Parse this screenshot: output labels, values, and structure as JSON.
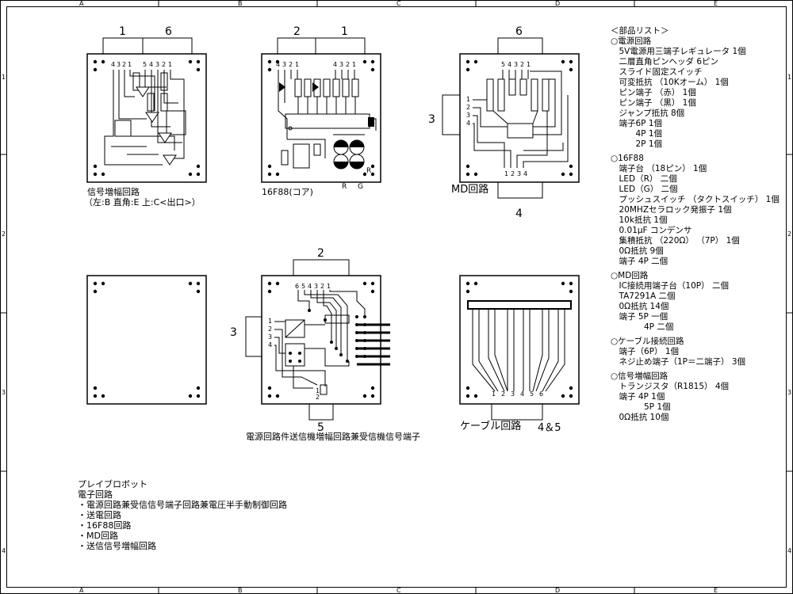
{
  "rulers": {
    "columns": [
      "A",
      "B",
      "C",
      "D",
      "E"
    ],
    "rows": [
      "1",
      "2",
      "3",
      "4"
    ]
  },
  "boards": {
    "signal_amp": {
      "connector_top_left": "1",
      "connector_top_right": "6",
      "caption_line1": "信号増幅回路",
      "caption_line2": "（左:B  直角:E  上:C<出口>）"
    },
    "f88_core": {
      "connector_top_left": "2",
      "connector_top_right": "1",
      "caption": "16F88(コア)",
      "led_r": "R",
      "led_g": "G",
      "led_r2": "R"
    },
    "md": {
      "connector_top": "6",
      "connector_left": "3",
      "connector_bottom": "4",
      "caption": "MD回路"
    },
    "power": {
      "connector_top": "2",
      "connector_left": "3",
      "connector_bottom": "5",
      "caption": "電源回路件送信機増幅回路兼受信機信号端子"
    },
    "cable": {
      "caption": "ケーブル回路",
      "connector_label": "4＆5"
    }
  },
  "parts_list": [
    "＜部品リスト＞",
    "○電源回路",
    "　5V電源用三端子レギュレータ  1個",
    "　二層直角ピンヘッダ  6ピン",
    "　スライド固定スイッチ",
    "　可変抵抗  （10Kオーム）  1個",
    "　ピン端子  （赤）  1個",
    "　ピン端子  （黒）  1個",
    "　ジャンプ抵抗  8個",
    "　端子6P  1個",
    "　　　4P  1個",
    "　　　2P  1個",
    "",
    "○16F88",
    "　端子台  （18ピン）  1個",
    "　LED（R）  二個",
    "　LED（G）  二個",
    "　プッシュスイッチ  （タクトスイッチ）  1個",
    "　20MHZセラロック発振子  1個",
    "　10k抵抗  1個",
    "　0.01μF  コンデンサ",
    "　集積抵抗  （220Ω）  （7P）  1個",
    "　0Ω抵抗  9個",
    "　端子  4P  二個",
    "",
    "○MD回路",
    "　IC接続用端子台（10P）  二個",
    "　TA7291A  二個",
    "　0Ω抵抗  14個",
    "　端子  5P  一個",
    "　　　　4P  二個",
    "",
    "○ケーブル接続回路",
    "　端子（6P）  1個",
    "　ネジ止め端子（1P＝二端子）  3個",
    "",
    "○信号増幅回路",
    "　トランジスタ（R1815）  4個",
    "　端子  4P  1個",
    "　　　　5P  1個",
    "　0Ω抵抗  10個"
  ],
  "notes": [
    "プレイブロボット",
    "電子回路",
    "・電源回路兼受信信号端子回路兼電圧半手動制御回路",
    "・送電回路",
    "・16F88回路",
    "・MD回路",
    "・送信信号増幅回路"
  ]
}
